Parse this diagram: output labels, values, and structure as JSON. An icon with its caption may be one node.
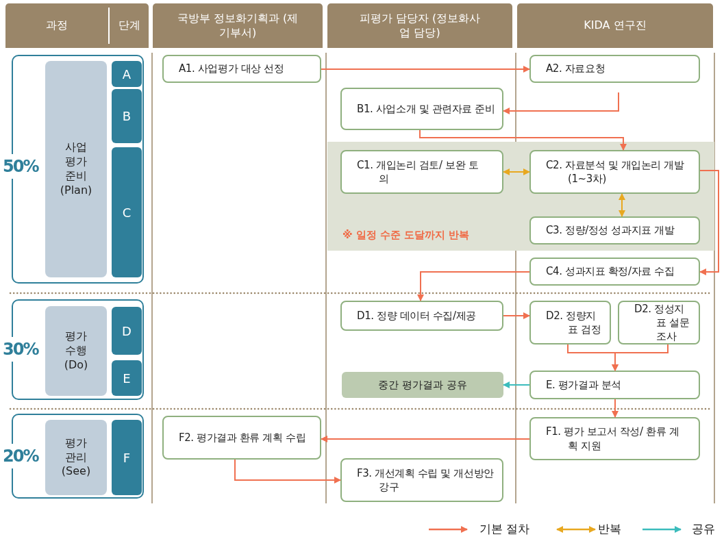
{
  "diagram": {
    "nodes": [
      {
        "text": [
          "과정",
          "단계"
        ]
      },
      {
        "text": [
          "국방부 정보화기획과 (제기부서)"
        ]
      },
      {
        "text": [
          "피평가 담당자 (정보화사업 담당)"
        ]
      },
      {
        "text": [
          "KIDA 연구진"
        ]
      },
      {
        "text": [
          "50%"
        ]
      },
      {
        "text": [
          "사업 평가 준비 (Plan)"
        ],
        "in": 4
      },
      {
        "text": [
          "A"
        ],
        "in": 4
      },
      {
        "text": [
          "B"
        ],
        "in": 4
      },
      {
        "text": [
          "C"
        ],
        "in": 4
      },
      {
        "text": [
          "30%"
        ]
      },
      {
        "text": [
          "평가 수행 (Do)"
        ],
        "in": 9
      },
      {
        "text": [
          "D"
        ],
        "in": 9
      },
      {
        "text": [
          "E"
        ],
        "in": 9
      },
      {
        "text": [
          "20%"
        ]
      },
      {
        "text": [
          "평가 관리 (See)"
        ],
        "in": 13
      },
      {
        "text": [
          "F"
        ],
        "in": 13
      },
      {
        "text": [
          "※ 일정 수준 도달까지 반복"
        ]
      },
      {
        "text": [
          "A1. 사업평가 대상 선정"
        ]
      },
      {
        "text": [
          "A2. 자료요청"
        ]
      },
      {
        "text": [
          "B1. 사업소개 및 관련자료 준비"
        ]
      },
      {
        "text": [
          "C1. 개입논리 검토/ 보완 토의"
        ],
        "in": 16
      },
      {
        "text": [
          "C2. 자료분석 및 개입논리 개발(1~3차)"
        ],
        "in": 16
      },
      {
        "text": [
          "C3. 정량/정성 성과지표 개발"
        ],
        "in": 16
      },
      {
        "text": [
          "C4. 성과지표 확정/자료 수집"
        ]
      },
      {
        "text": [
          "D1. 정량 데이터 수집/제공"
        ]
      },
      {
        "text": [
          "D2. 정량지표 검정"
        ]
      },
      {
        "text": [
          "D2. 정성지표 설문조사"
        ]
      },
      {
        "text": [
          "중간 평가결과 공유"
        ]
      },
      {
        "text": [
          "E. 평가결과 분석"
        ]
      },
      {
        "text": [
          "F1. 평가 보고서 작성/ 환류 계획 지원"
        ]
      },
      {
        "text": [
          "F2. 평가결과 환류 계획 수립"
        ]
      },
      {
        "text": [
          "F3. 개선계획 수립 및 개선방안 강구"
        ]
      }
    ],
    "edges": [
      {
        "from": 17,
        "to": 18,
        "arrow": "to"
      },
      {
        "from": 18,
        "to": 19,
        "arrow": "to"
      },
      {
        "from": 19,
        "to": 21,
        "arrow": "to"
      },
      {
        "from": 20,
        "to": 21,
        "arrow": "both",
        "color": "#e8a820"
      },
      {
        "from": 21,
        "to": 22,
        "arrow": "both",
        "color": "#e8a820"
      },
      {
        "from": 21,
        "to": 23,
        "arrow": "to"
      },
      {
        "from": 23,
        "to": 24,
        "arrow": "to"
      },
      {
        "from": 24,
        "to": 25,
        "arrow": "to"
      },
      {
        "from": 25,
        "to": 28,
        "arrow": "to"
      },
      {
        "from": 26,
        "to": 28,
        "arrow": "to"
      },
      {
        "from": 28,
        "to": 27,
        "arrow": "to",
        "color": "#3bbcbc"
      },
      {
        "from": 28,
        "to": 29,
        "arrow": "to"
      },
      {
        "from": 29,
        "to": 30,
        "arrow": "to"
      },
      {
        "from": 30,
        "to": 31,
        "arrow": "to"
      }
    ],
    "legend": [
      {
        "text": "기본 절차"
      },
      {
        "text": "반복"
      },
      {
        "text": "공유"
      }
    ]
  }
}
